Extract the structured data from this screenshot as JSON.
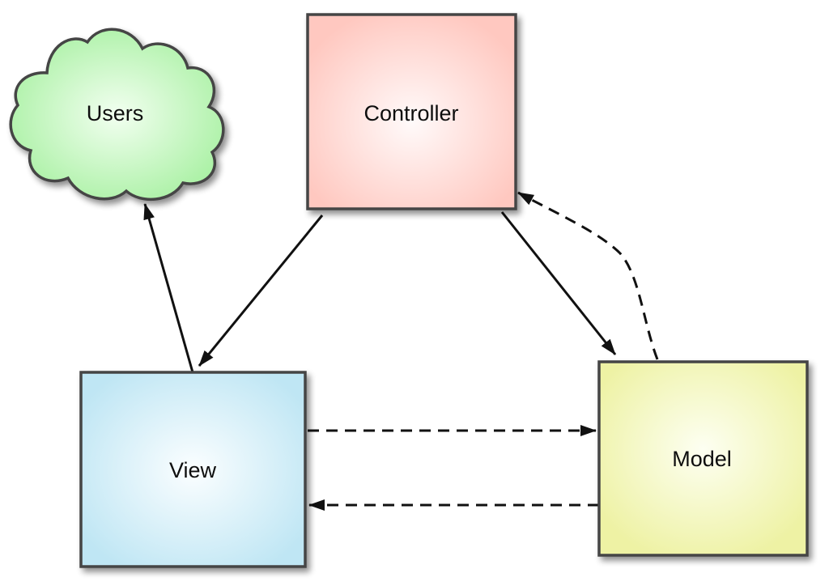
{
  "diagram": {
    "title": "",
    "nodes": {
      "users": {
        "label": "Users",
        "shape": "cloud",
        "fill": "#a6f0a0",
        "fill_center": "#f2fff0"
      },
      "controller": {
        "label": "Controller",
        "shape": "box",
        "fill": "#ffc8c0",
        "fill_center": "#fffafa"
      },
      "view": {
        "label": "View",
        "shape": "box",
        "fill": "#bfe6f4",
        "fill_center": "#fbfeff"
      },
      "model": {
        "label": "Model",
        "shape": "box",
        "fill": "#eef2a4",
        "fill_center": "#fdfff2"
      }
    },
    "edges": [
      {
        "from": "view",
        "to": "users",
        "style": "solid"
      },
      {
        "from": "controller",
        "to": "view",
        "style": "solid"
      },
      {
        "from": "controller",
        "to": "model",
        "style": "solid"
      },
      {
        "from": "model",
        "to": "controller",
        "style": "dashed"
      },
      {
        "from": "view",
        "to": "model",
        "style": "dashed"
      },
      {
        "from": "model",
        "to": "view",
        "style": "dashed"
      }
    ],
    "colors": {
      "border": "#444444",
      "edge": "#111111",
      "shadow": "#9a9a9a"
    }
  }
}
